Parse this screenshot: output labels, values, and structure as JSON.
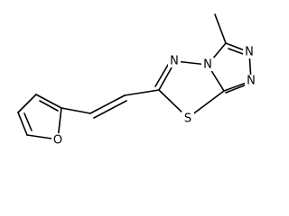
{
  "molecule": {
    "atoms": {
      "n_top": "N",
      "n_bridge": "N",
      "n_right_top": "N",
      "n_right_bottom": "N",
      "s": "S",
      "o": "O"
    },
    "colors": {
      "bond": "#000000",
      "label": "#000000",
      "background": "#ffffff"
    }
  }
}
